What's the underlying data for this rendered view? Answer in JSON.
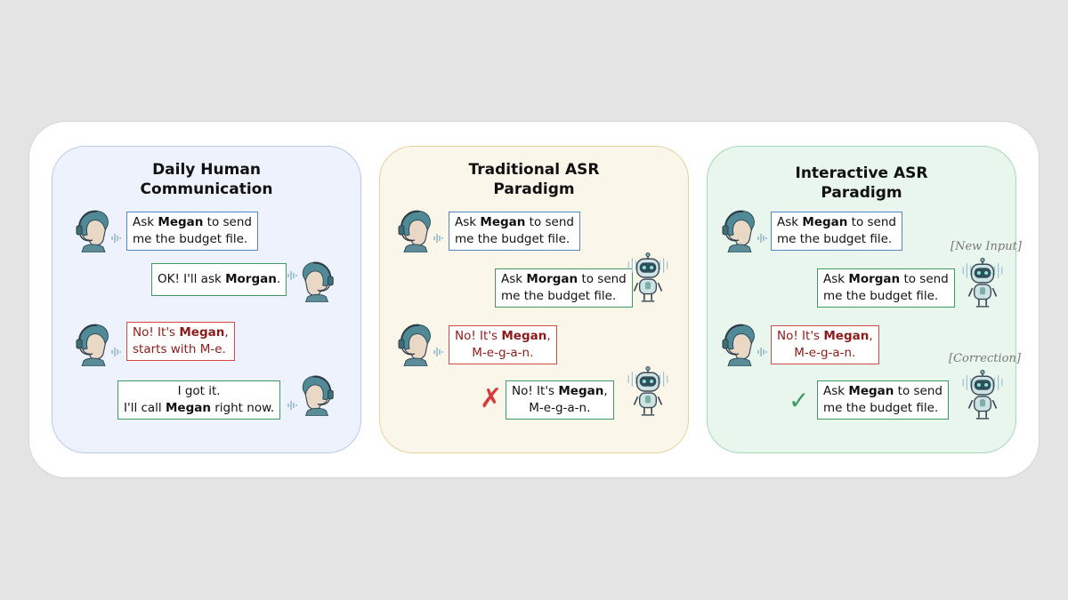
{
  "panels": [
    {
      "title_line1": "Daily Human",
      "title_line2": "Communication",
      "m1": {
        "pre": "Ask ",
        "bold": "Megan",
        "post": " to send",
        "line2": "me the budget file."
      },
      "m2": {
        "pre": "OK! I'll ask ",
        "bold": "Morgan",
        "post": "."
      },
      "m3": {
        "pre": "No! It's ",
        "bold": "Megan",
        "post": ",",
        "line2": "starts with M-e."
      },
      "m4": {
        "line1": "I got it.",
        "pre": "I'll call ",
        "bold": "Megan",
        "post": " right now."
      }
    },
    {
      "title_line1": "Traditional ASR",
      "title_line2": "Paradigm",
      "m1": {
        "pre": "Ask ",
        "bold": "Megan",
        "post": " to send",
        "line2": "me the budget file."
      },
      "m2": {
        "pre": "Ask ",
        "bold": "Morgan",
        "post": " to send",
        "line2": "me the budget file."
      },
      "m3": {
        "pre": "No! It's ",
        "bold": "Megan",
        "post": ",",
        "line2": "M-e-g-a-n."
      },
      "m4": {
        "pre": "No! It's ",
        "bold": "Megan",
        "post": ",",
        "line2": "M-e-g-a-n."
      },
      "mark": "✗"
    },
    {
      "title_line1": "Interactive ASR",
      "title_line2": "Paradigm",
      "m1": {
        "pre": "Ask ",
        "bold": "Megan",
        "post": " to send",
        "line2": "me the budget file."
      },
      "m2": {
        "pre": "Ask ",
        "bold": "Morgan",
        "post": " to send",
        "line2": "me the budget file."
      },
      "m3": {
        "pre": "No! It's ",
        "bold": "Megan",
        "post": ",",
        "line2": "M-e-g-a-n."
      },
      "m4": {
        "pre": "Ask ",
        "bold": "Megan",
        "post": " to send",
        "line2": "me the budget file."
      },
      "tag1": "[New Input]",
      "tag2": "[Correction]",
      "mark": "✓"
    }
  ],
  "icons": {
    "user": "user-headset-icon",
    "listener": "listener-headset-icon",
    "robot": "robot-icon",
    "wave": "sound-wave-icon"
  },
  "colors": {
    "user_bubble": "#4f86c6",
    "reply_bubble": "#3f9a62",
    "correction_bubble": "#d24b4b",
    "human_panel": "#eef2fc",
    "traditional_panel": "#fbf6ea",
    "interactive_panel": "#e8f6ee"
  }
}
